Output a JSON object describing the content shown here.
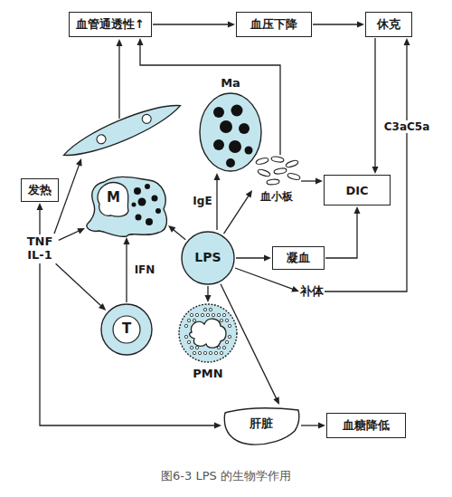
{
  "diagram": {
    "caption": "图6-3 LPS 的生物学作用",
    "nodes": [
      {
        "text": [
          "血管通透性↑"
        ]
      },
      {
        "text": [
          "血压下降"
        ]
      },
      {
        "text": [
          "休克"
        ]
      },
      {
        "text": [
          "Ma"
        ]
      },
      {
        "text": [
          "发热"
        ]
      },
      {
        "text": [
          "M"
        ]
      },
      {
        "text": [
          "DIC"
        ]
      },
      {
        "text": [
          "血小板"
        ]
      },
      {
        "text": [
          "TNF IL-1"
        ]
      },
      {
        "text": [
          "LPS"
        ]
      },
      {
        "text": [
          "凝血"
        ]
      },
      {
        "text": [
          "补体"
        ]
      },
      {
        "text": [
          "T"
        ]
      },
      {
        "text": [
          "PMN"
        ]
      },
      {
        "text": [
          "肝脏"
        ]
      },
      {
        "text": [
          "血糖降低"
        ]
      }
    ],
    "edges": [
      {
        "from": 0,
        "to": 1,
        "arrow": "to"
      },
      {
        "from": 1,
        "to": 2,
        "arrow": "to"
      },
      {
        "from": 2,
        "to": 6,
        "arrow": "to"
      },
      {
        "from": 11,
        "to": 2,
        "arrow": "to",
        "label": "C3aC5a"
      },
      {
        "from": 7,
        "to": 6,
        "arrow": "to"
      },
      {
        "from": 10,
        "to": 6,
        "arrow": "to"
      },
      {
        "from": 7,
        "to": 0,
        "arrow": "to"
      },
      {
        "from": 9,
        "to": 3,
        "arrow": "to",
        "label": "IgE"
      },
      {
        "from": 9,
        "to": 5,
        "arrow": "to"
      },
      {
        "from": 9,
        "to": 7,
        "arrow": "to"
      },
      {
        "from": 9,
        "to": 10,
        "arrow": "to"
      },
      {
        "from": 9,
        "to": 11,
        "arrow": "to"
      },
      {
        "from": 9,
        "to": 13,
        "arrow": "to"
      },
      {
        "from": 9,
        "to": 14,
        "arrow": "to"
      },
      {
        "from": 12,
        "to": 5,
        "arrow": "to",
        "label": "IFN"
      },
      {
        "from": 8,
        "to": 4,
        "arrow": "to"
      },
      {
        "from": 8,
        "to": 5,
        "arrow": "to"
      },
      {
        "from": 8,
        "to": 12,
        "arrow": "to"
      },
      {
        "from": 8,
        "to": 14,
        "arrow": "to"
      },
      {
        "from": 14,
        "to": 15,
        "arrow": "to"
      }
    ]
  }
}
